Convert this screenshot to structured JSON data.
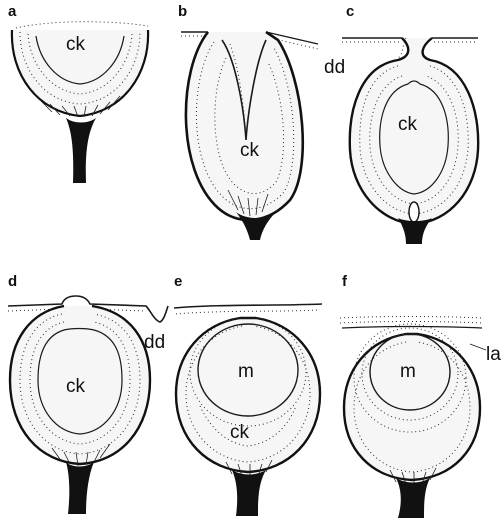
{
  "panels": [
    {
      "letter": "a",
      "labels": [
        "ck"
      ]
    },
    {
      "letter": "b",
      "labels": [
        "ck",
        "dd"
      ]
    },
    {
      "letter": "c",
      "labels": [
        "ck"
      ]
    },
    {
      "letter": "d",
      "labels": [
        "ck",
        "dd"
      ]
    },
    {
      "letter": "e",
      "labels": [
        "m",
        "ck"
      ]
    },
    {
      "letter": "f",
      "labels": [
        "m",
        "la"
      ]
    }
  ]
}
